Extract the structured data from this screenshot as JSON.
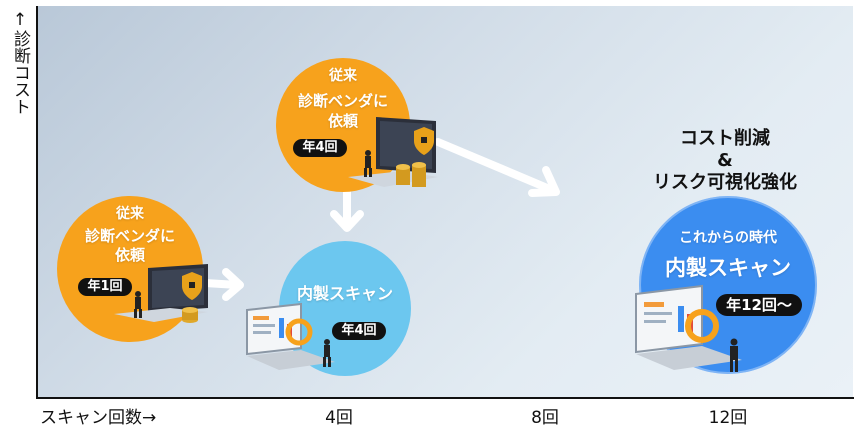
{
  "axes": {
    "y_label": "↑診断コスト",
    "x_label": "スキャン回数→",
    "x_ticks": [
      "4回",
      "8回",
      "12回"
    ]
  },
  "bubbles": {
    "traditional_1": {
      "tag": "従来",
      "line1": "診断ベンダに",
      "line2": "依頼",
      "freq": "年1回"
    },
    "traditional_4": {
      "tag": "従来",
      "line1": "診断ベンダに",
      "line2": "依頼",
      "freq": "年4回"
    },
    "inhouse_4": {
      "title": "内製スキャン",
      "freq": "年4回"
    },
    "future": {
      "subtitle": "これからの時代",
      "title": "内製スキャン",
      "freq": "年12回〜"
    }
  },
  "headline": {
    "line1": "コスト削減",
    "line2": "&",
    "line3": "リスク可視化強化"
  },
  "colors": {
    "orange": "#f7a21c",
    "light_blue": "#6cc7ef",
    "royal_blue": "#3b8df0",
    "pill": "#111111"
  },
  "icons": [
    "laptop-vendor-icon",
    "shield-lock-icon",
    "coin-stack-icon",
    "businessman-icon",
    "laptop-scan-icon",
    "magnifier-icon"
  ]
}
